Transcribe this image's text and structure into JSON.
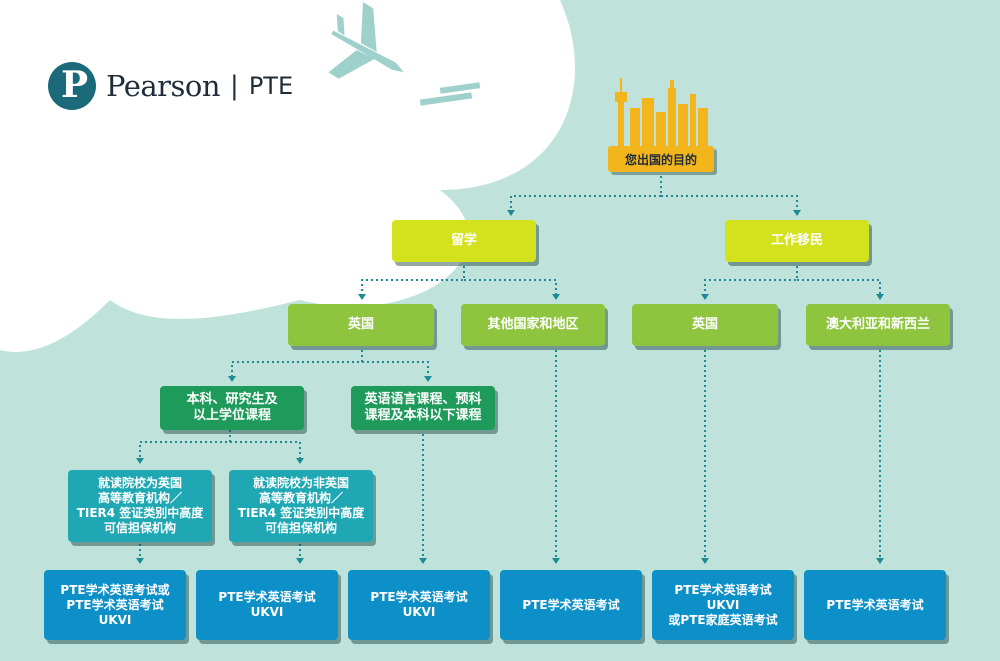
{
  "logo": {
    "brand": "Pearson",
    "separator": "|",
    "product": "PTE"
  },
  "root": {
    "label": "您出国的目的"
  },
  "level1": {
    "study": "留学",
    "work": "工作移民"
  },
  "level2": {
    "uk": "英国",
    "other": "其他国家和地区",
    "work_uk": "英国",
    "aunz": "澳大利亚和新西兰"
  },
  "level3": {
    "degree": "本科、研究生及\n以上学位课程",
    "language": "英语语言课程、预科\n课程及本科以下课程"
  },
  "level4": {
    "uk_inst": "就读院校为英国\n高等教育机构／\nTIER4 签证类别中高度\n可信担保机构",
    "nonuk_inst": "就读院校为非英国\n高等教育机构／\nTIER4 签证类别中高度\n可信担保机构"
  },
  "results": [
    "PTE学术英语考试或\nPTE学术英语考试\nUKVI",
    "PTE学术英语考试\nUKVI",
    "PTE学术英语考试\nUKVI",
    "PTE学术英语考试",
    "PTE学术英语考试\nUKVI\n或PTE家庭英语考试",
    "PTE学术英语考试"
  ],
  "colors": {
    "background": "#bfe3da",
    "cloud": "#ffffff",
    "goal": "#f2b51c",
    "level1": "#d3e21c",
    "level2": "#8fc43f",
    "level3": "#1e9a5a",
    "level4": "#1fa8b3",
    "results": "#0d90c8",
    "connector": "#1f8a96"
  },
  "icons": [
    "pearson-logo-icon",
    "airplane-icon",
    "city-skyline-icon"
  ]
}
